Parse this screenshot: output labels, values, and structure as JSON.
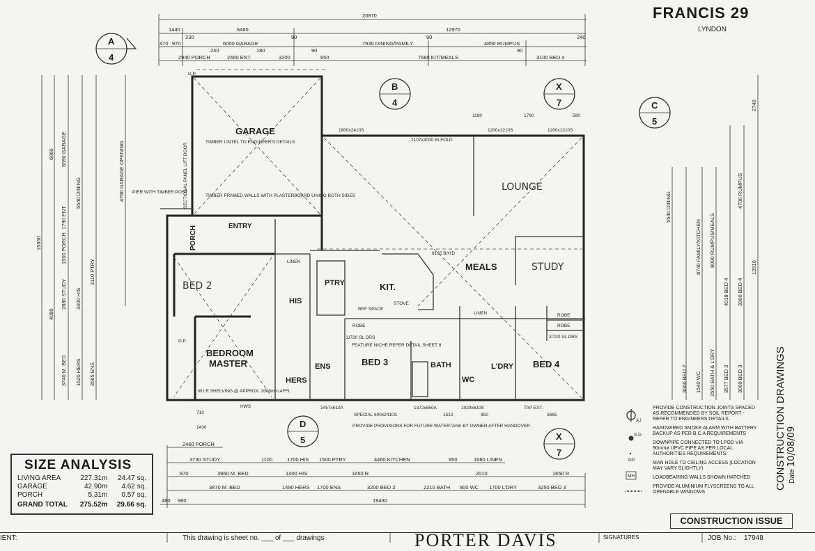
{
  "title": {
    "name": "FRANCIS 29",
    "subtitle": "LYNDON"
  },
  "rooms": {
    "garage": "GARAGE",
    "lounge": "LOUNGE",
    "meals": "MEALS",
    "study": "STUDY",
    "kit": "KIT.",
    "ptry": "PTRY",
    "his": "HIS",
    "hers": "HERS",
    "bed2": "BED 2",
    "master1": "BEDROOM",
    "master2": "MASTER",
    "ens": "ENS",
    "bed3": "BED 3",
    "bath": "BATH",
    "wc": "WC",
    "ldry": "L'DRY",
    "bed4": "BED 4",
    "porch": "PORCH",
    "entry": "ENTRY",
    "linen": "LINEN",
    "robe": "ROBE"
  },
  "annotations": {
    "lintel": "TIMBER LINTEL TO ENGINEER'S DETAILS",
    "framed": "TIMBER FRAMED WALLS WITH PLASTERBOARD LINING BOTH SIDES",
    "bifold": "2107x3000 BI-FOLD",
    "wir": "W.I.R SHELVING @ APPROX. 2000mm AFFL",
    "niche": "FEATURE NICHE REFER DETAIL SHEET 8",
    "sl_drs": "2/720 SL DRS",
    "stove": "STOVE",
    "ref_space": "REF SPACE",
    "pier": "PIER WITH TIMBER POST",
    "sectional": "SECTIONAL PANEL LIFT DOOR",
    "watertank": "PROVIDE PROVISIONS FOR FUTURE WATERTANK BY OWNER AFTER HANDOVER",
    "bulkhead": "8165 B/H'D",
    "hws": "HWS",
    "tap": "TAP EXT.",
    "dp": "D.P."
  },
  "sections": [
    {
      "letter": "A",
      "sheet": "4"
    },
    {
      "letter": "B",
      "sheet": "4"
    },
    {
      "letter": "X",
      "sheet": "7"
    },
    {
      "letter": "C",
      "sheet": "5"
    },
    {
      "letter": "D",
      "sheet": "5"
    },
    {
      "letter": "X",
      "sheet": "7"
    }
  ],
  "dimensions": {
    "top": [
      "20870",
      "1440",
      "6460",
      "12970",
      "470",
      "970",
      "230",
      "6000 GARAGE",
      "90",
      "7930 DINING/FAMILY",
      "90",
      "4850 RUMPUS",
      "240",
      "2940 PORCH",
      "240",
      "2460 ENT",
      "180",
      "3200",
      "90",
      "650",
      "7680 KIT/MEALS",
      "90",
      "3100 BED 4"
    ],
    "windows_top": [
      "1800x2410S",
      "1200x1210S",
      "1200x1210S",
      "1190",
      "1790",
      "590"
    ],
    "bottom": [
      "2460 PORCH",
      "3730 STUDY",
      "1100",
      "1700 HIS",
      "1500 PTRY",
      "4460 KITCHEN",
      "950",
      "1680 LINEN",
      "870",
      "3960 M. BED",
      "1400 HIS",
      "1650 R",
      "2010",
      "1650 R",
      "3870 M. BED",
      "1490 HERS",
      "1700 ENS",
      "3200 BED 2",
      "2210 BATH",
      "900 WC",
      "1700 L'DRY",
      "3250 BED 3",
      "480",
      "960",
      "19430"
    ],
    "windows_bottom": [
      "710",
      "1430",
      "1457x610A",
      "SPECIAL 600x2410S",
      "1372x850A",
      "1029x610S",
      "1510",
      "950",
      "3665"
    ],
    "left": [
      "15650",
      "1500 PORCH",
      "1790 ENT",
      "2880 STUDY",
      "3740 M. BED",
      "3400 HIS",
      "4080",
      "3110 PTRY",
      "3565 ENS",
      "1620 HERS",
      "6960",
      "6590 GARAGE",
      "5540 DINING",
      "4780 GARAGE OPENING"
    ],
    "right": [
      "2740",
      "12910",
      "5540 DINING",
      "8740 FAMILY/KITCHEN",
      "8090 RUMPUS/MEALS",
      "4700 RUMPUS",
      "3000 BED 2",
      "2550 BATH & L'DRY",
      "3577 BED 3",
      "3300 BED 4",
      "3000 BED 3",
      "4018 BED 4",
      "1540 WC"
    ]
  },
  "size_analysis": {
    "title": "SIZE ANALYSIS",
    "rows": [
      {
        "label": "LIVING AREA",
        "m2": "227.31m",
        "sq": "24.47 sq."
      },
      {
        "label": "GARAGE",
        "m2": "42.90m",
        "sq": "4.62 sq."
      },
      {
        "label": "PORCH",
        "m2": "5.31m",
        "sq": "0.57 sq."
      }
    ],
    "total": {
      "label": "GRAND TOTAL",
      "m2": "275.52m",
      "sq": "29.66 sq."
    }
  },
  "legend": [
    {
      "symbol": "AJ",
      "text": "PROVIDE CONSTRUCTION JOINTS SPACED AS RECOMMENDED BY SOIL REPORT - REFER TO ENGINEERS DETAILS"
    },
    {
      "symbol": "S.D",
      "text": "HARDWIRED SMOKE ALARM WITH BATTERY BACKUP AS PER B.C.A REQUIREMENTS"
    },
    {
      "symbol": "DP.",
      "text": "DOWNPIPE CONNECTED TO LPOD VIA 90mmø UPVC PIPE AS PER LOCAL AUTHORITIES REQUIREMENTS"
    },
    {
      "symbol": "MH",
      "text": "MAN HOLE TO CEILING ACCESS (LOCATION MAY VARY SLIGHTLY)"
    },
    {
      "symbol": "",
      "text": "LOADBEARING WALLS SHOWN HATCHED"
    },
    {
      "symbol": "",
      "text": "PROVIDE ALUMINIUM FLYSCREENS TO ALL OPENABLE WINDOWS"
    }
  ],
  "stamp": {
    "label": "CONSTRUCTION DRAWINGS",
    "date_label": "Date",
    "date": "10/08/09"
  },
  "issue": "CONSTRUCTION ISSUE",
  "footer": {
    "client": "IENT:",
    "sheet": "This drawing is sheet no. ___ of ___ drawings",
    "company": "PORTER DAVIS",
    "signatures": "SIGNATURES",
    "job_label": "JOB No.:",
    "job_no": "17948"
  }
}
